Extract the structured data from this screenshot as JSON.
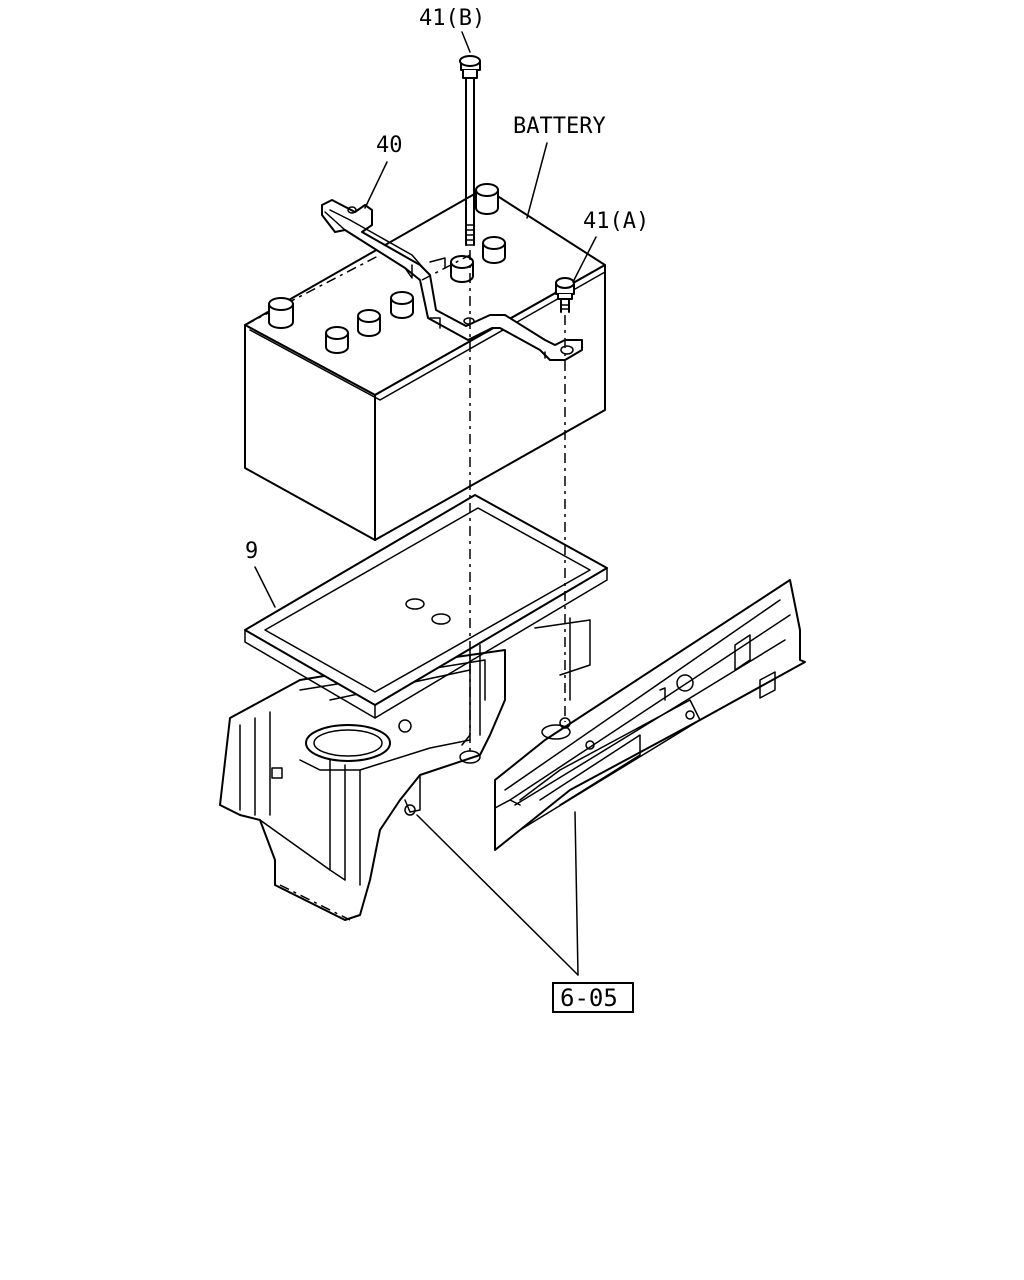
{
  "labels": {
    "bolt_b": "41(B)",
    "battery": "BATTERY",
    "clamp": "40",
    "bolt_a": "41(A)",
    "tray": "9",
    "ref": "6-05"
  },
  "colors": {
    "line": "#000000",
    "background": "#ffffff"
  }
}
